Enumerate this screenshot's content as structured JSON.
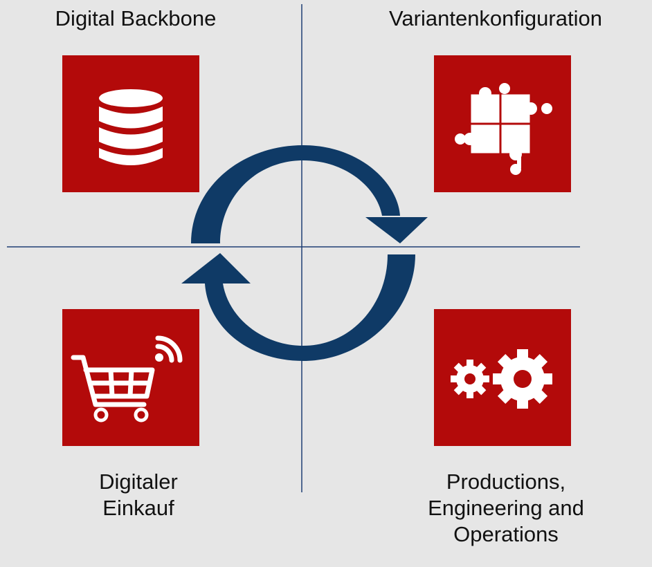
{
  "quadrants": {
    "top_left": {
      "label": "Digital Backbone",
      "icon": "database-icon"
    },
    "top_right": {
      "label": "Variantenkonfiguration",
      "icon": "puzzle-icon"
    },
    "bottom_left": {
      "label": "Digitaler\nEinkauf",
      "icon": "shopping-cart-wifi-icon"
    },
    "bottom_right": {
      "label": "Productions,\nEngineering and\nOperations",
      "icon": "gears-icon"
    }
  },
  "colors": {
    "background": "#e6e6e6",
    "tile": "#b30a0a",
    "cycle_arrows": "#0f3a66",
    "axis_lines": "#1f3f73"
  }
}
